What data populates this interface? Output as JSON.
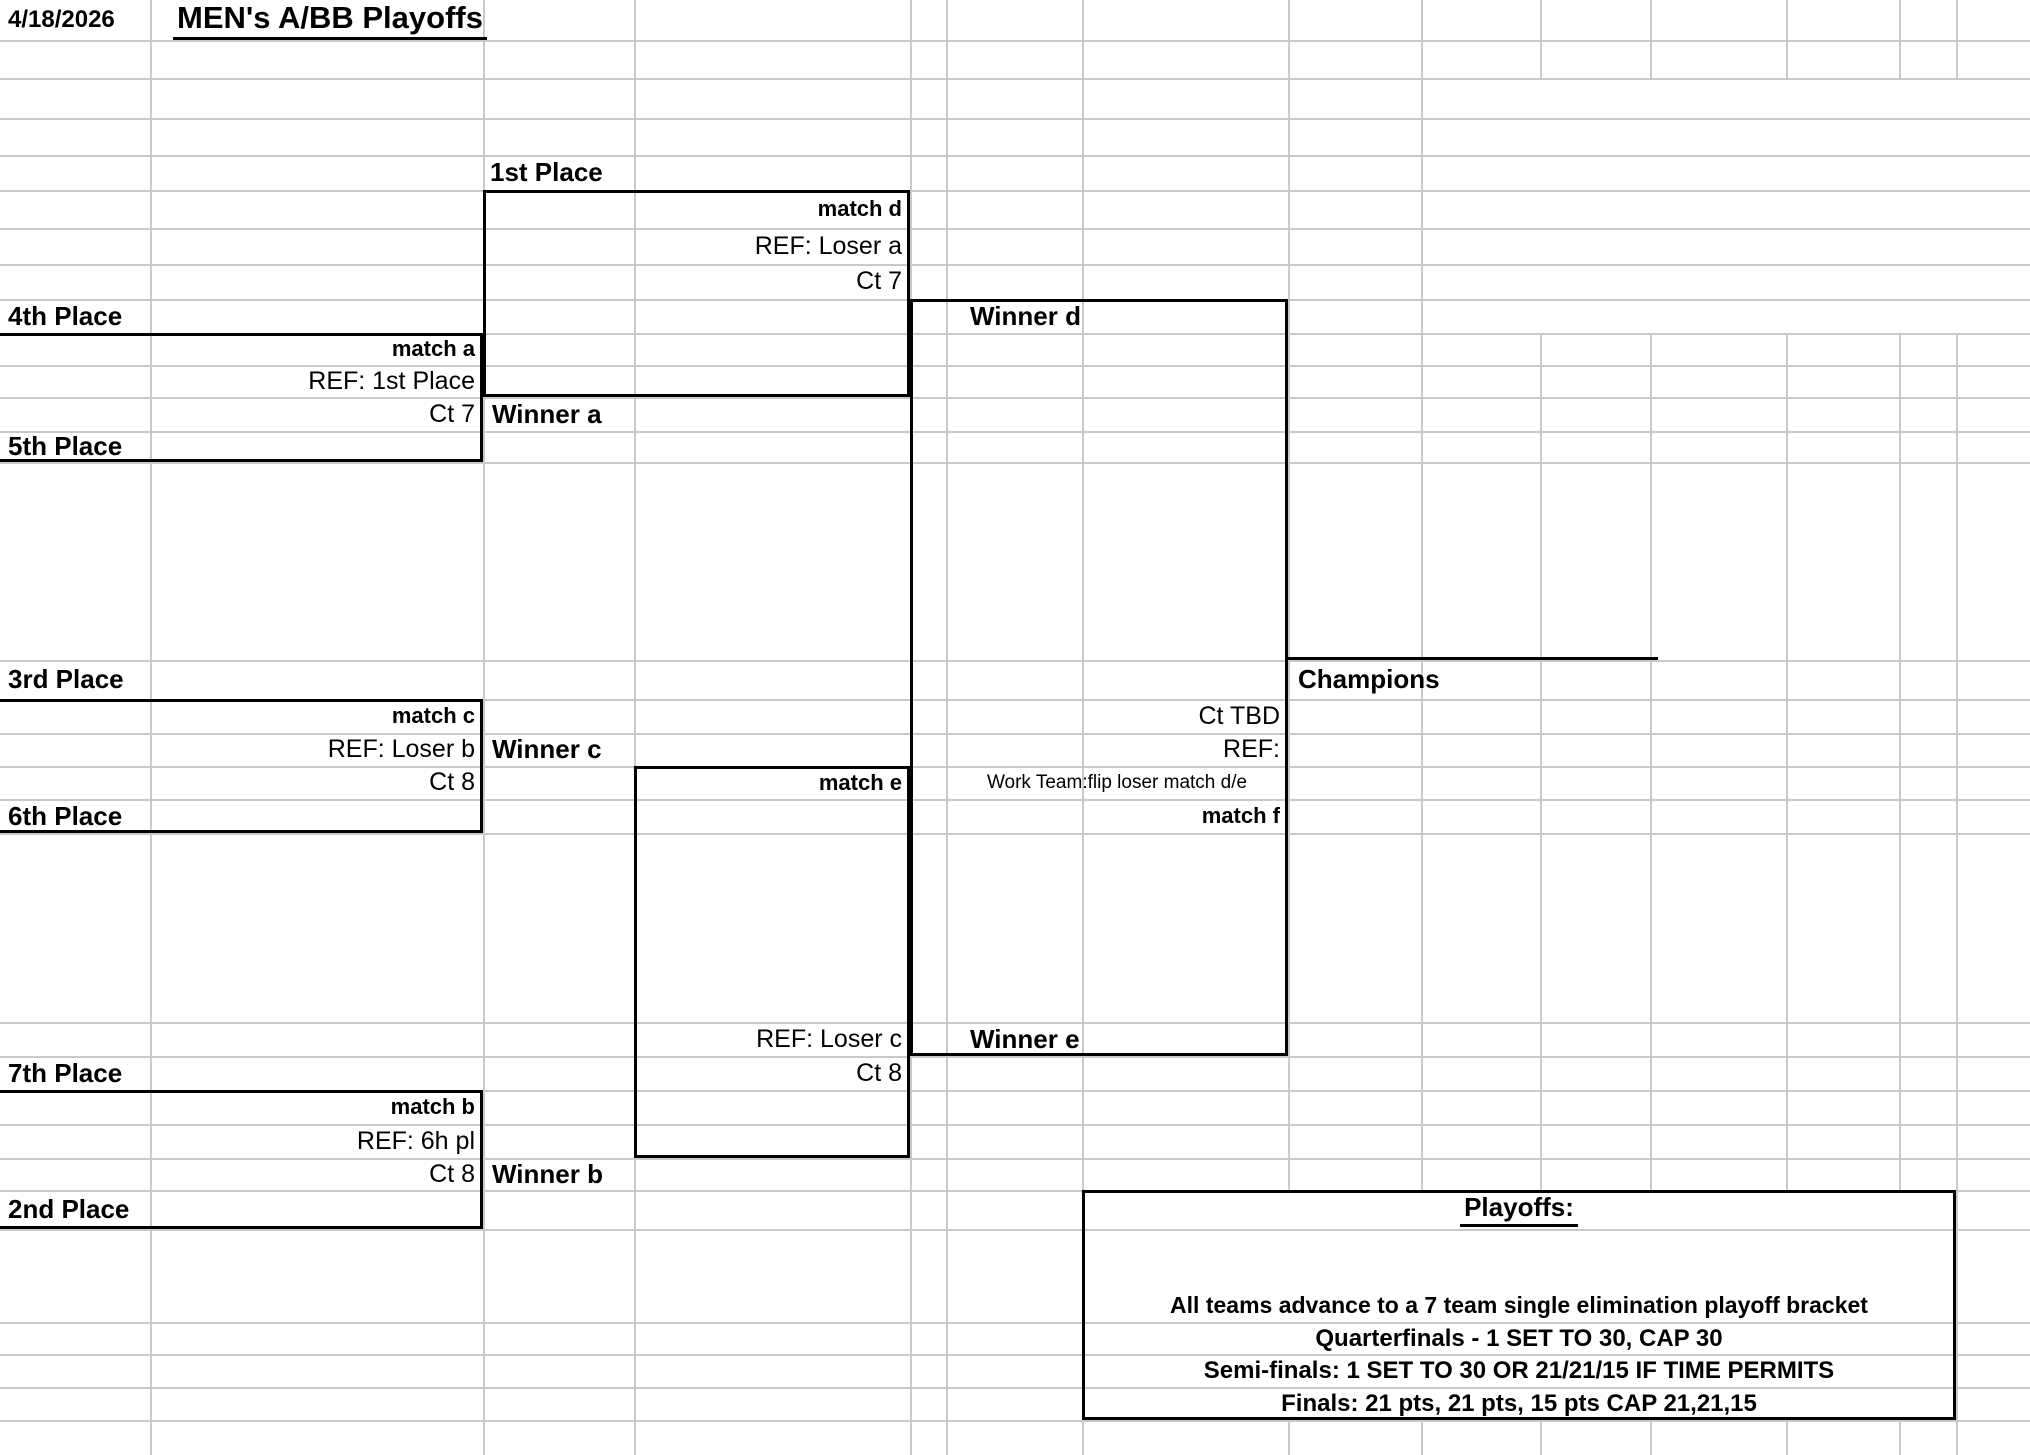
{
  "sheet": {
    "date": "4/18/2026",
    "title": "MEN's A/BB Playoffs"
  },
  "seeds": {
    "first": "1st Place",
    "second": "2nd Place",
    "third": "3rd Place",
    "fourth": "4th Place",
    "fifth": "5th Place",
    "sixth": "6th Place",
    "seventh": "7th Place"
  },
  "matches": {
    "a": {
      "label": "match a",
      "ref": "REF: 1st Place",
      "court": "Ct 7",
      "winner": "Winner a"
    },
    "b": {
      "label": "match b",
      "ref": "REF: 6h pl",
      "court": "Ct 8",
      "winner": "Winner b"
    },
    "c": {
      "label": "match c",
      "ref": "REF: Loser b",
      "court": "Ct 8",
      "winner": "Winner c"
    },
    "d": {
      "label": "match d",
      "ref": "REF: Loser a",
      "court": "Ct 7",
      "winner": "Winner d"
    },
    "e": {
      "label": "match e",
      "ref": "REF: Loser c",
      "court": "Ct 8",
      "winner": "Winner e"
    },
    "f": {
      "label": "match f"
    }
  },
  "championship": {
    "title": "Champions",
    "court": "Ct TBD",
    "ref": "REF:",
    "work_team": "Work Team:flip loser match d/e"
  },
  "playoffs_info": {
    "title": "Playoffs:",
    "lines": [
      "All teams advance to a 7 team single elimination playoff bracket",
      "Quarterfinals - 1 SET TO 30, CAP 30",
      "Semi-finals: 1 SET TO 30 OR 21/21/15 IF TIME PERMITS",
      "Finals: 21 pts, 21 pts, 15 pts CAP 21,21,15"
    ]
  },
  "colors": {
    "grid_line": "#c9c9c9",
    "border": "#000000",
    "text": "#000000",
    "background": "#ffffff"
  }
}
